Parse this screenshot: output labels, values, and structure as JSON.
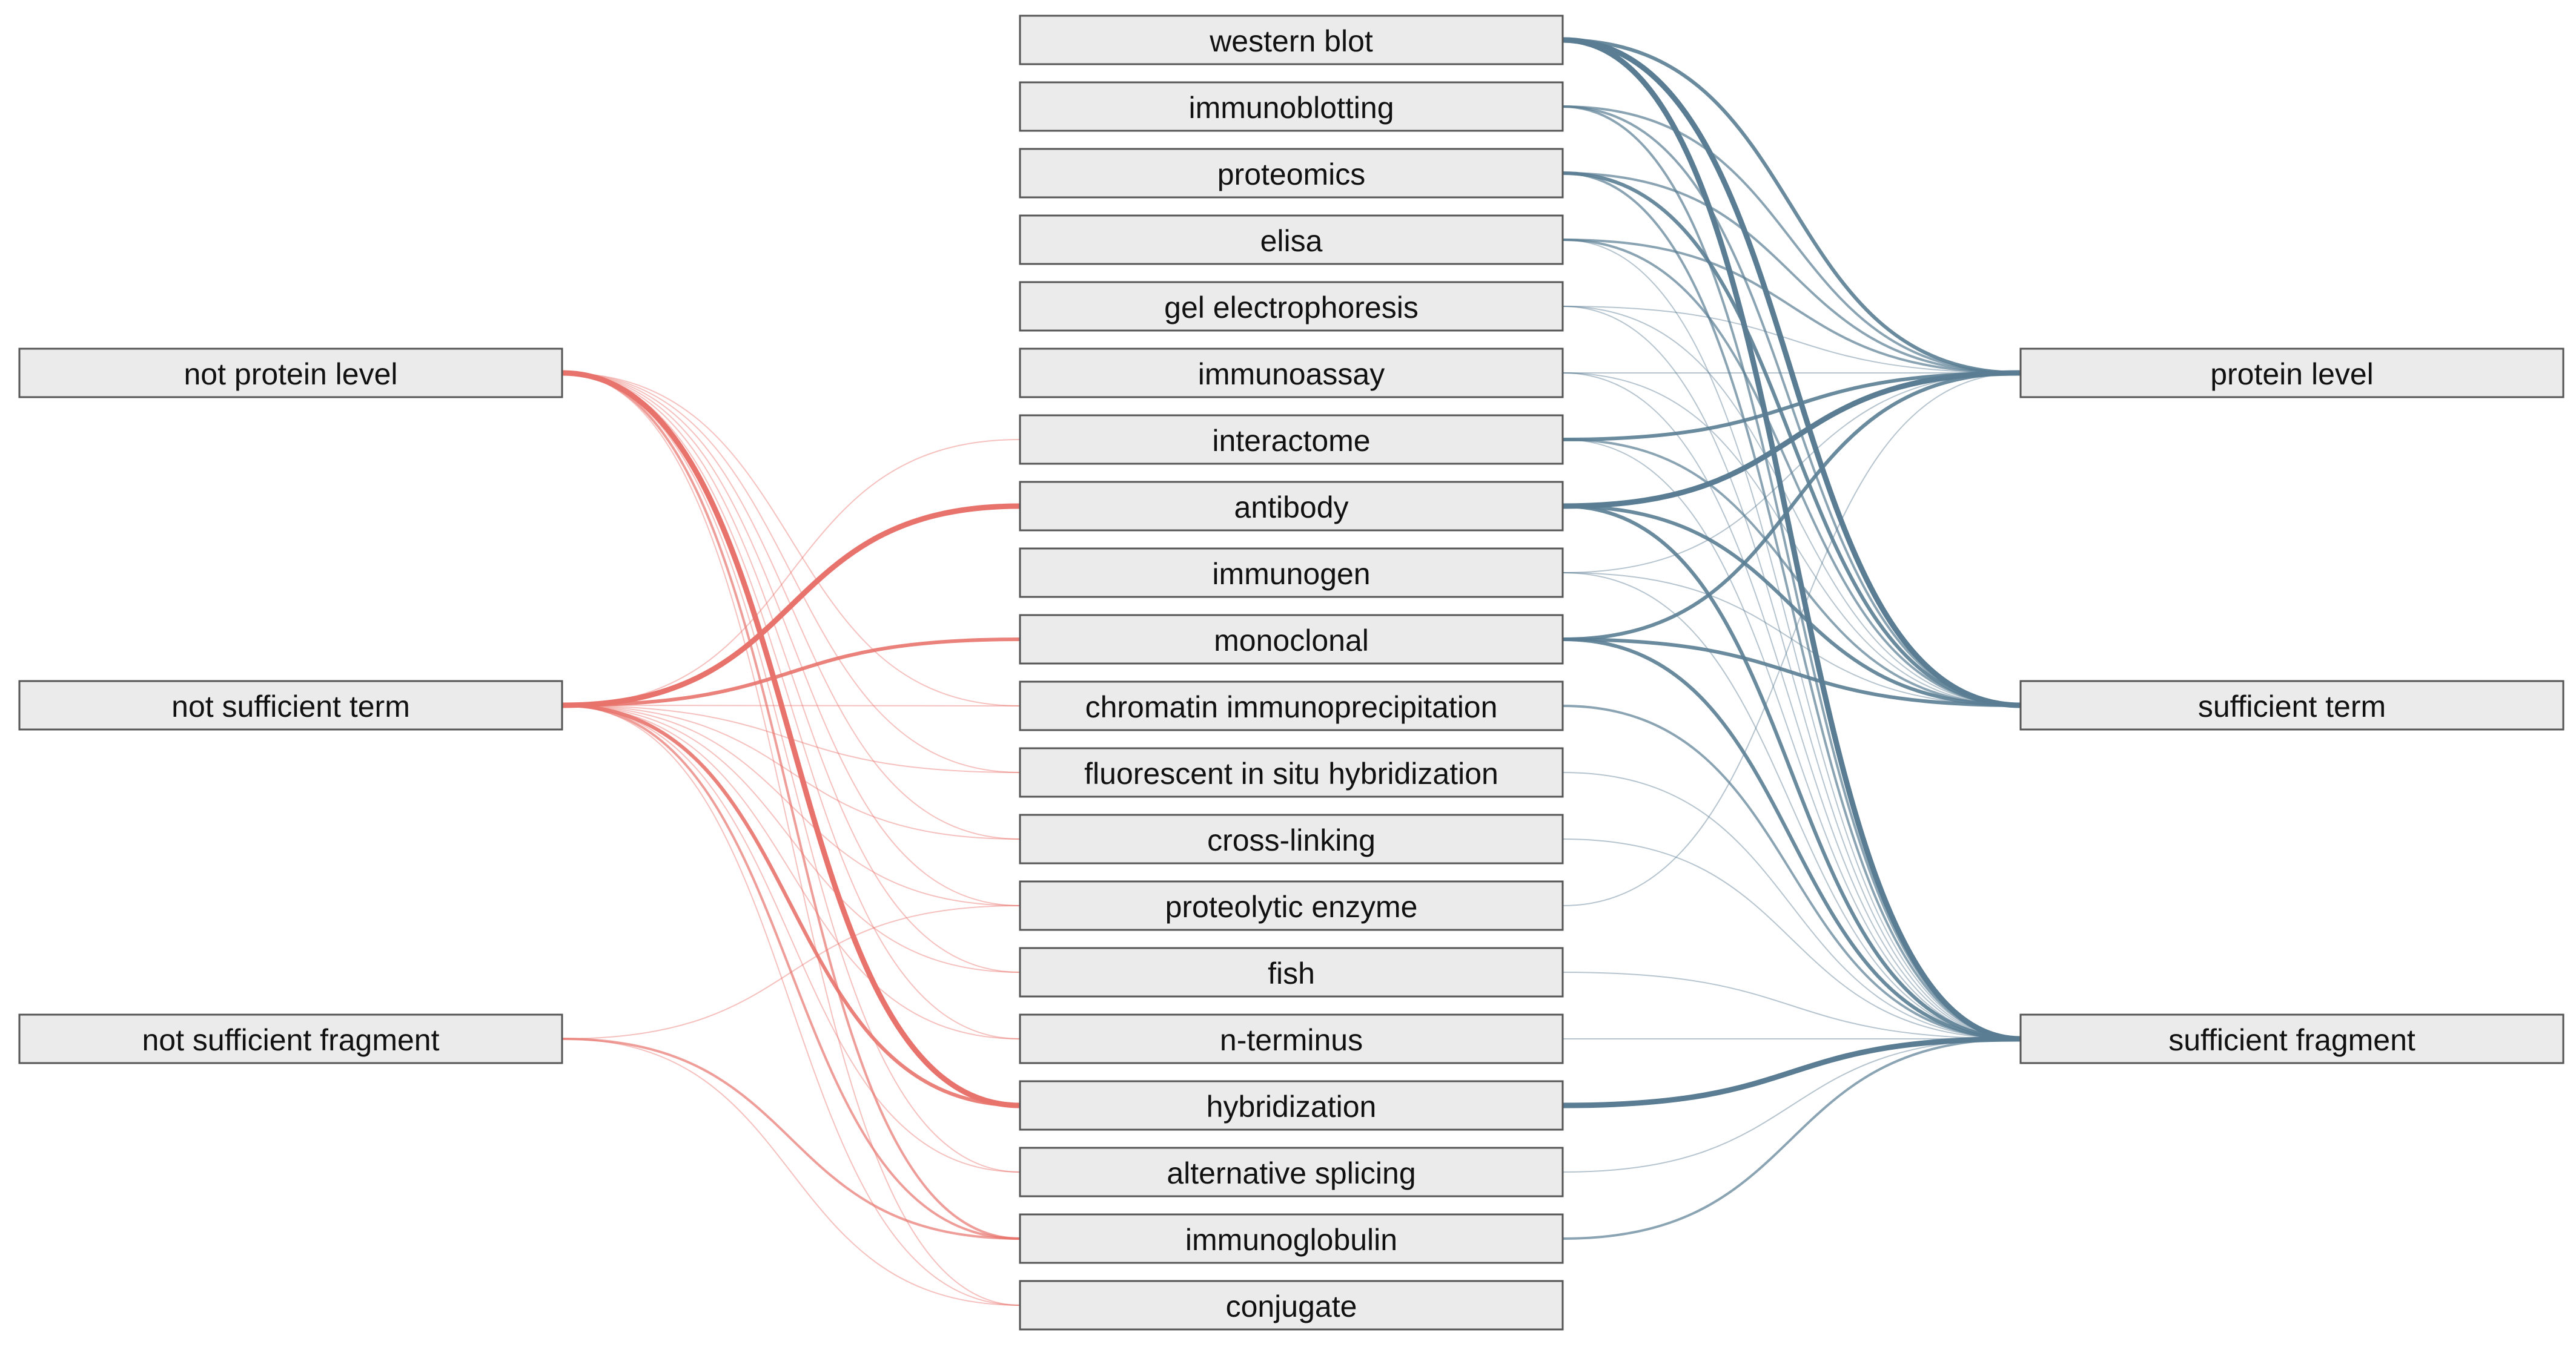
{
  "colors": {
    "negative_links": "#e8736c",
    "positive_links": "#5a7d93",
    "node_fill": "#ebebeb",
    "node_border": "#555555",
    "text": "#111111"
  },
  "left_nodes": [
    {
      "id": "not_protein_level",
      "label": "not protein level"
    },
    {
      "id": "not_sufficient_term",
      "label": "not sufficient term"
    },
    {
      "id": "not_sufficient_fragment",
      "label": "not sufficient fragment"
    }
  ],
  "middle_nodes": [
    {
      "id": "western_blot",
      "label": "western blot"
    },
    {
      "id": "immunoblotting",
      "label": "immunoblotting"
    },
    {
      "id": "proteomics",
      "label": "proteomics"
    },
    {
      "id": "elisa",
      "label": "elisa"
    },
    {
      "id": "gel_electrophoresis",
      "label": "gel electrophoresis"
    },
    {
      "id": "immunoassay",
      "label": "immunoassay"
    },
    {
      "id": "interactome",
      "label": "interactome"
    },
    {
      "id": "antibody",
      "label": "antibody"
    },
    {
      "id": "immunogen",
      "label": "immunogen"
    },
    {
      "id": "monoclonal",
      "label": "monoclonal"
    },
    {
      "id": "chromatin_immunoprecipitation",
      "label": "chromatin immunoprecipitation"
    },
    {
      "id": "fluorescent_in_situ_hybridization",
      "label": "fluorescent in situ hybridization"
    },
    {
      "id": "cross_linking",
      "label": "cross-linking"
    },
    {
      "id": "proteolytic_enzyme",
      "label": "proteolytic enzyme"
    },
    {
      "id": "fish",
      "label": "fish"
    },
    {
      "id": "n_terminus",
      "label": "n-terminus"
    },
    {
      "id": "hybridization",
      "label": "hybridization"
    },
    {
      "id": "alternative_splicing",
      "label": "alternative splicing"
    },
    {
      "id": "immunoglobulin",
      "label": "immunoglobulin"
    },
    {
      "id": "conjugate",
      "label": "conjugate"
    }
  ],
  "right_nodes": [
    {
      "id": "protein_level",
      "label": "protein level"
    },
    {
      "id": "sufficient_term",
      "label": "sufficient term"
    },
    {
      "id": "sufficient_fragment",
      "label": "sufficient fragment"
    }
  ],
  "negative_links": [
    {
      "from": "not_protein_level",
      "to": "chromatin_immunoprecipitation",
      "weight": 1
    },
    {
      "from": "not_protein_level",
      "to": "fluorescent_in_situ_hybridization",
      "weight": 1
    },
    {
      "from": "not_protein_level",
      "to": "cross_linking",
      "weight": 1
    },
    {
      "from": "not_protein_level",
      "to": "proteolytic_enzyme",
      "weight": 1
    },
    {
      "from": "not_protein_level",
      "to": "fish",
      "weight": 1
    },
    {
      "from": "not_protein_level",
      "to": "n_terminus",
      "weight": 1
    },
    {
      "from": "not_protein_level",
      "to": "hybridization",
      "weight": 4
    },
    {
      "from": "not_protein_level",
      "to": "alternative_splicing",
      "weight": 1
    },
    {
      "from": "not_protein_level",
      "to": "immunoglobulin",
      "weight": 2
    },
    {
      "from": "not_protein_level",
      "to": "conjugate",
      "weight": 1
    },
    {
      "from": "not_sufficient_term",
      "to": "interactome",
      "weight": 1
    },
    {
      "from": "not_sufficient_term",
      "to": "antibody",
      "weight": 4
    },
    {
      "from": "not_sufficient_term",
      "to": "monoclonal",
      "weight": 3
    },
    {
      "from": "not_sufficient_term",
      "to": "chromatin_immunoprecipitation",
      "weight": 1
    },
    {
      "from": "not_sufficient_term",
      "to": "fluorescent_in_situ_hybridization",
      "weight": 1
    },
    {
      "from": "not_sufficient_term",
      "to": "cross_linking",
      "weight": 1
    },
    {
      "from": "not_sufficient_term",
      "to": "proteolytic_enzyme",
      "weight": 1
    },
    {
      "from": "not_sufficient_term",
      "to": "fish",
      "weight": 1
    },
    {
      "from": "not_sufficient_term",
      "to": "n_terminus",
      "weight": 1
    },
    {
      "from": "not_sufficient_term",
      "to": "hybridization",
      "weight": 3
    },
    {
      "from": "not_sufficient_term",
      "to": "alternative_splicing",
      "weight": 1
    },
    {
      "from": "not_sufficient_term",
      "to": "immunoglobulin",
      "weight": 2
    },
    {
      "from": "not_sufficient_term",
      "to": "conjugate",
      "weight": 1
    },
    {
      "from": "not_sufficient_fragment",
      "to": "proteolytic_enzyme",
      "weight": 1
    },
    {
      "from": "not_sufficient_fragment",
      "to": "immunoglobulin",
      "weight": 2
    },
    {
      "from": "not_sufficient_fragment",
      "to": "conjugate",
      "weight": 1
    }
  ],
  "positive_links": [
    {
      "from": "western_blot",
      "to": "protein_level",
      "weight": 3
    },
    {
      "from": "western_blot",
      "to": "sufficient_term",
      "weight": 4
    },
    {
      "from": "western_blot",
      "to": "sufficient_fragment",
      "weight": 4
    },
    {
      "from": "immunoblotting",
      "to": "protein_level",
      "weight": 2
    },
    {
      "from": "immunoblotting",
      "to": "sufficient_term",
      "weight": 2
    },
    {
      "from": "immunoblotting",
      "to": "sufficient_fragment",
      "weight": 2
    },
    {
      "from": "proteomics",
      "to": "protein_level",
      "weight": 2
    },
    {
      "from": "proteomics",
      "to": "sufficient_term",
      "weight": 3
    },
    {
      "from": "proteomics",
      "to": "sufficient_fragment",
      "weight": 2
    },
    {
      "from": "elisa",
      "to": "protein_level",
      "weight": 2
    },
    {
      "from": "elisa",
      "to": "sufficient_term",
      "weight": 2
    },
    {
      "from": "elisa",
      "to": "sufficient_fragment",
      "weight": 1
    },
    {
      "from": "gel_electrophoresis",
      "to": "protein_level",
      "weight": 1
    },
    {
      "from": "gel_electrophoresis",
      "to": "sufficient_term",
      "weight": 1
    },
    {
      "from": "gel_electrophoresis",
      "to": "sufficient_fragment",
      "weight": 1
    },
    {
      "from": "immunoassay",
      "to": "protein_level",
      "weight": 1
    },
    {
      "from": "immunoassay",
      "to": "sufficient_term",
      "weight": 1
    },
    {
      "from": "immunoassay",
      "to": "sufficient_fragment",
      "weight": 1
    },
    {
      "from": "interactome",
      "to": "protein_level",
      "weight": 3
    },
    {
      "from": "interactome",
      "to": "sufficient_term",
      "weight": 2
    },
    {
      "from": "interactome",
      "to": "sufficient_fragment",
      "weight": 1
    },
    {
      "from": "antibody",
      "to": "protein_level",
      "weight": 4
    },
    {
      "from": "antibody",
      "to": "sufficient_term",
      "weight": 3
    },
    {
      "from": "antibody",
      "to": "sufficient_fragment",
      "weight": 3
    },
    {
      "from": "immunogen",
      "to": "protein_level",
      "weight": 1
    },
    {
      "from": "immunogen",
      "to": "sufficient_term",
      "weight": 1
    },
    {
      "from": "immunogen",
      "to": "sufficient_fragment",
      "weight": 1
    },
    {
      "from": "monoclonal",
      "to": "protein_level",
      "weight": 3
    },
    {
      "from": "monoclonal",
      "to": "sufficient_term",
      "weight": 3
    },
    {
      "from": "monoclonal",
      "to": "sufficient_fragment",
      "weight": 3
    },
    {
      "from": "chromatin_immunoprecipitation",
      "to": "sufficient_fragment",
      "weight": 2
    },
    {
      "from": "fluorescent_in_situ_hybridization",
      "to": "sufficient_fragment",
      "weight": 1
    },
    {
      "from": "cross_linking",
      "to": "sufficient_fragment",
      "weight": 1
    },
    {
      "from": "proteolytic_enzyme",
      "to": "protein_level",
      "weight": 1
    },
    {
      "from": "fish",
      "to": "sufficient_fragment",
      "weight": 1
    },
    {
      "from": "n_terminus",
      "to": "sufficient_fragment",
      "weight": 1
    },
    {
      "from": "hybridization",
      "to": "sufficient_fragment",
      "weight": 4
    },
    {
      "from": "alternative_splicing",
      "to": "sufficient_fragment",
      "weight": 1
    },
    {
      "from": "immunoglobulin",
      "to": "sufficient_fragment",
      "weight": 2
    }
  ]
}
